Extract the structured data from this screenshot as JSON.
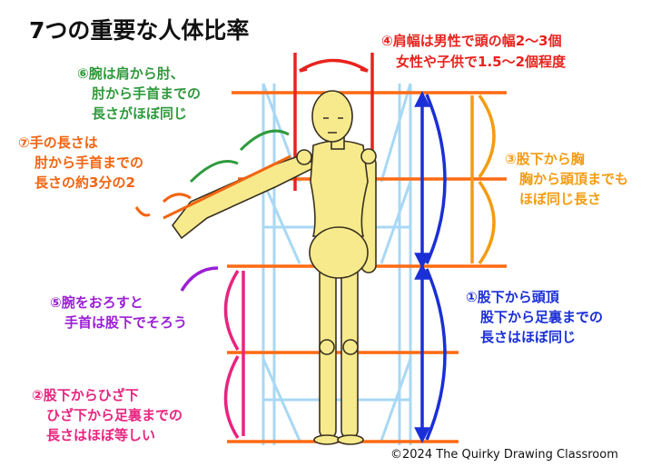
{
  "title": "7つの重要な人体比率",
  "notes": {
    "n4": {
      "line1": "④肩幅は男性で頭の幅2～3個",
      "line2": "女性や子供で1.5～2個程度",
      "color": "#e8231e"
    },
    "n6": {
      "line1": "⑥腕は肩から肘、",
      "line2": "肘から手首までの",
      "line3": "長さがほぼ同じ",
      "color": "#2e9a3c"
    },
    "n7": {
      "line1": "⑦手の長さは",
      "line2": "肘から手首までの",
      "line3": "長さの約3分の2",
      "color": "#f26411"
    },
    "n3": {
      "line1": "③股下から胸",
      "line2": "胸から頭頂までも",
      "line3": "ほぼ同じ長さ",
      "color": "#f39c12"
    },
    "n5": {
      "line1": "⑤腕をおろすと",
      "line2": "手首は股下でそろう",
      "color": "#9b1fd6"
    },
    "n1": {
      "line1": "①股下から頭頂",
      "line2": "股下から足裏までの",
      "line3": "長さはほぼ同じ",
      "color": "#1a2fd6"
    },
    "n2": {
      "line1": "②股下からひざ下",
      "line2": "ひざ下から足裏までの",
      "line3": "長さはほぼ等しい",
      "color": "#e8247f"
    }
  },
  "copyright": "©2024 The Quirky Drawing Classroom",
  "colors": {
    "guide": "#ff6a13",
    "scaffold": "#a8d8f5",
    "figure": "#f6ea8c"
  }
}
